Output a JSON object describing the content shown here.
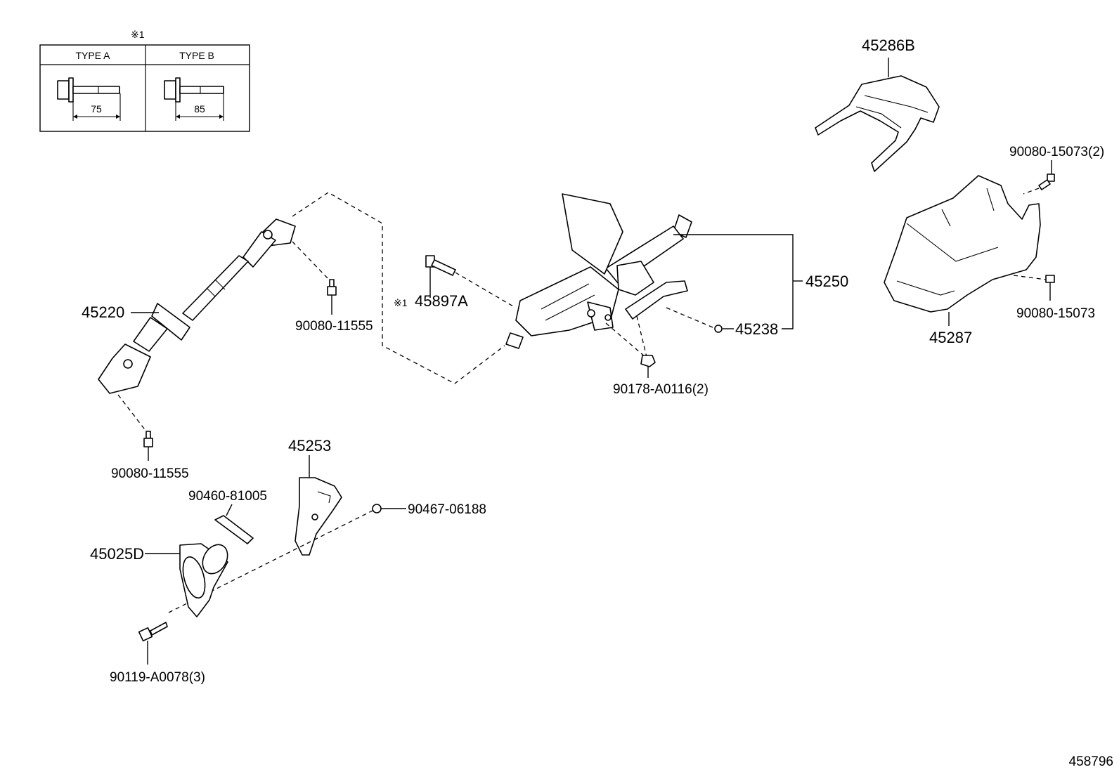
{
  "inset": {
    "note_mark": "※1",
    "type_a": {
      "label": "TYPE A",
      "dimension": "75"
    },
    "type_b": {
      "label": "TYPE B",
      "dimension": "85"
    }
  },
  "parts": {
    "p45286B": "45286B",
    "p90080_15073_2": "90080-15073(2)",
    "p45250": "45250",
    "p45220": "45220",
    "p90080_11555_top": "90080-11555",
    "p45897A_mark": "※1",
    "p45897A": "45897A",
    "p45238": "45238",
    "p90178": "90178-A0116(2)",
    "p90080_15073": "90080-15073",
    "p45287": "45287",
    "p90080_11555_bottom": "90080-11555",
    "p45253": "45253",
    "p90460": "90460-81005",
    "p90467": "90467-06188",
    "p45025D": "45025D",
    "p90119": "90119-A0078(3)"
  },
  "footer": {
    "diagram_id": "458796"
  }
}
